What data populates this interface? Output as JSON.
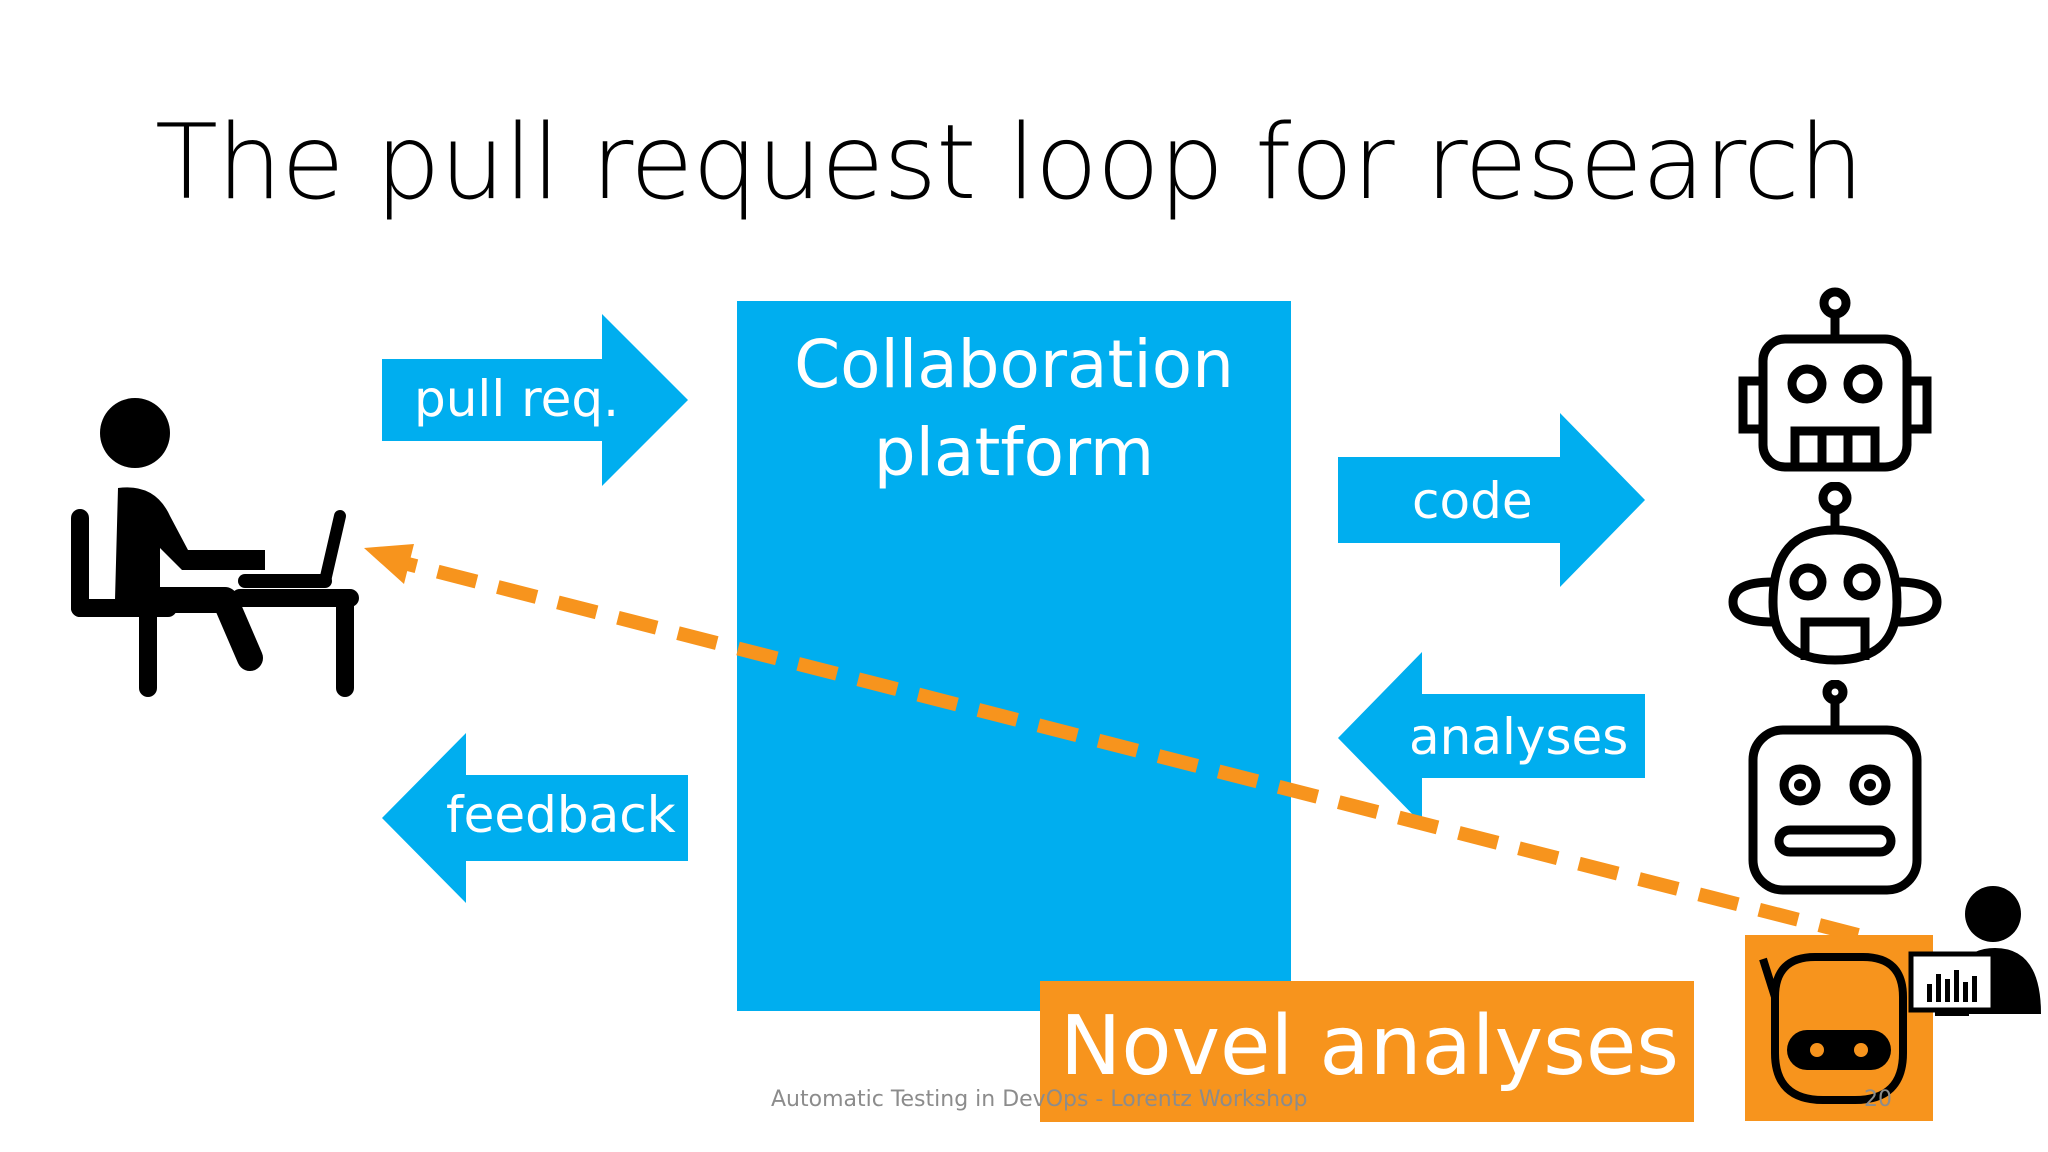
{
  "slide": {
    "title": "The pull request loop for research",
    "platform_label_line1": "Collaboration",
    "platform_label_line2": "platform",
    "arrows": {
      "pull_request": "pull req.",
      "feedback": "feedback",
      "code": "code",
      "analyses": "analyses"
    },
    "highlight_label": "Novel analyses",
    "footer": "Automatic Testing in DevOps - Lorentz Workshop",
    "slide_number": "20"
  },
  "colors": {
    "accent_blue": "#00AEEF",
    "accent_orange": "#F7941D",
    "icon_black": "#000000"
  },
  "icons": [
    "person-at-laptop-icon",
    "robot-square-head-icon",
    "robot-round-head-icon",
    "robot-antenna-icon",
    "robot-orange-icon",
    "analyst-person-icon"
  ]
}
